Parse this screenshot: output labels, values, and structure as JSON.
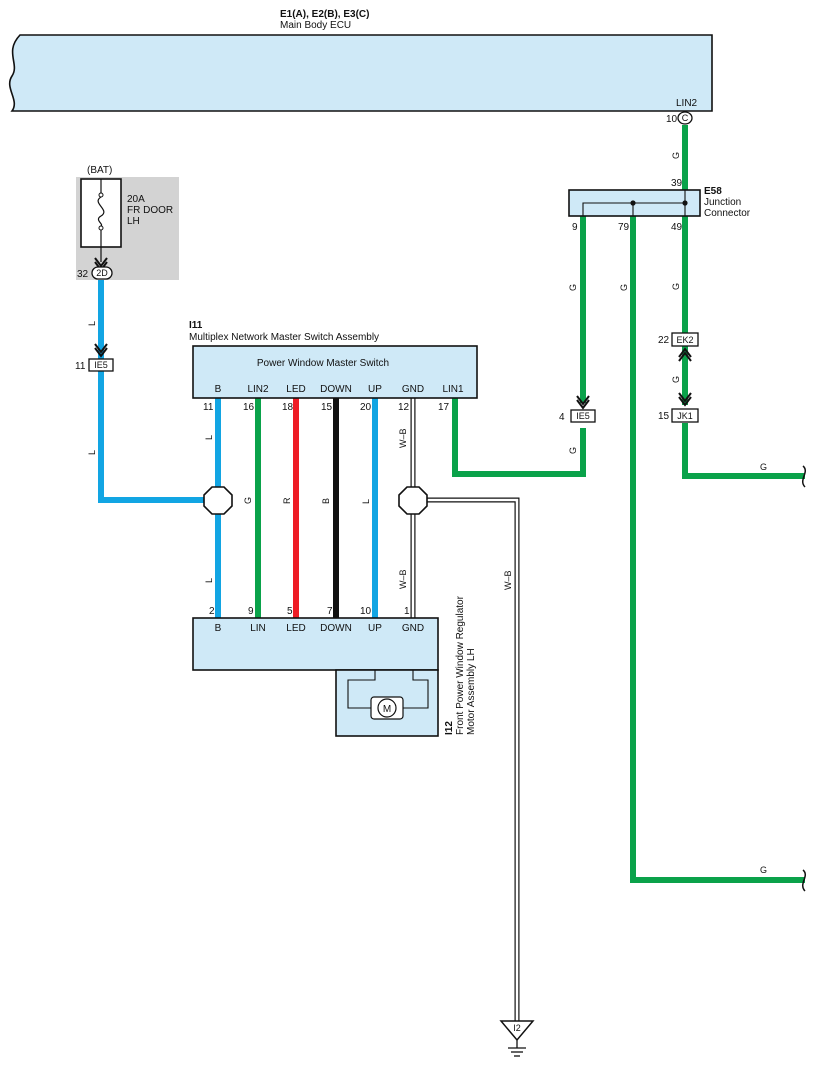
{
  "ecu": {
    "code": "E1(A), E2(B), E3(C)",
    "name": "Main Body ECU",
    "pin_label": "LIN2",
    "pin_num": "10",
    "pin_letter": "C"
  },
  "fuse": {
    "source": "(BAT)",
    "rating": "20A",
    "name_line1": "FR DOOR",
    "name_line2": "LH",
    "conn_pin": "32",
    "conn_code": "2D"
  },
  "junction": {
    "code": "E58",
    "name_line1": "Junction",
    "name_line2": "Connector",
    "pin_top": "39",
    "pin_a": "9",
    "pin_b": "79",
    "pin_c": "49"
  },
  "connectors": {
    "ie5_left": {
      "pin": "11",
      "code": "IE5"
    },
    "ie5_right": {
      "pin": "4",
      "code": "IE5"
    },
    "ek2": {
      "pin": "22",
      "code": "EK2"
    },
    "jk1": {
      "pin": "15",
      "code": "JK1"
    }
  },
  "master_switch": {
    "code": "I11",
    "name": "Multiplex Network Master Switch Assembly",
    "title": "Power Window Master Switch",
    "pins": [
      {
        "label": "B",
        "num": "11"
      },
      {
        "label": "LIN2",
        "num": "16"
      },
      {
        "label": "LED",
        "num": "18"
      },
      {
        "label": "DOWN",
        "num": "15"
      },
      {
        "label": "UP",
        "num": "20"
      },
      {
        "label": "GND",
        "num": "12"
      },
      {
        "label": "LIN1",
        "num": "17"
      }
    ]
  },
  "regulator": {
    "code": "I12",
    "name_line1": "Front Power Window Regulator",
    "name_line2": "Motor Assembly LH",
    "motor": "M",
    "pins": [
      {
        "label": "B",
        "num": "2"
      },
      {
        "label": "LIN",
        "num": "9"
      },
      {
        "label": "LED",
        "num": "5"
      },
      {
        "label": "DOWN",
        "num": "7"
      },
      {
        "label": "UP",
        "num": "10"
      },
      {
        "label": "GND",
        "num": "1"
      }
    ]
  },
  "ground": {
    "code": "I2"
  },
  "wire_colors": {
    "L": "L",
    "G": "G",
    "R": "R",
    "B": "B",
    "WB": "W–B"
  },
  "colors": {
    "blue_wire": "#12a5e3",
    "green_wire": "#0aa24a",
    "red_wire": "#ee1c25",
    "black_wire": "#111111",
    "box_fill": "#cfe9f7",
    "fuse_bg": "#d3d3d3"
  }
}
